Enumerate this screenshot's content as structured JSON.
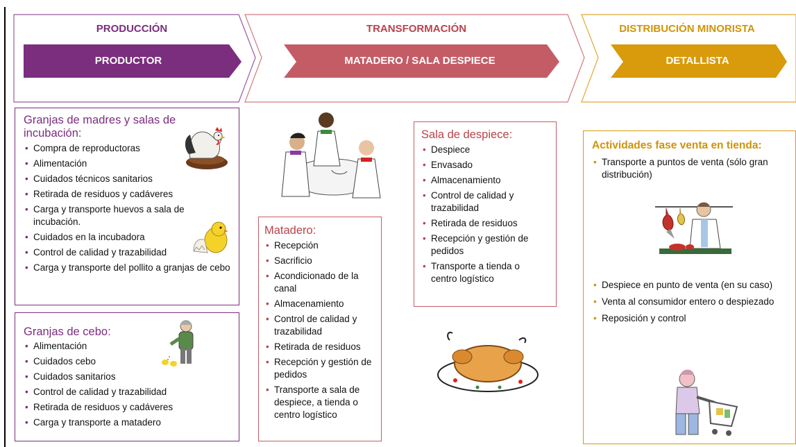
{
  "colors": {
    "production": "#7b2d7e",
    "transformation": "#c45c66",
    "retail": "#d99a0b"
  },
  "stages": [
    {
      "title": "PRODUCCIÓN",
      "role": "PRODUCTOR"
    },
    {
      "title": "TRANSFORMACIÓN",
      "role": "MATADERO / SALA DESPIECE"
    },
    {
      "title": "DISTRIBUCIÓN MINORISTA",
      "role": "DETALLISTA"
    }
  ],
  "boxes": {
    "granjas_madres": {
      "title_line1": "Granjas de madres y salas de",
      "title_line2": "incubación:",
      "items": [
        "Compra de reproductoras",
        "Alimentación",
        "Cuidados técnicos sanitarios",
        "Retirada de residuos y cadáveres",
        "Carga y transporte huevos a sala de incubación.",
        "Cuidados en la incubadora",
        "Control de calidad y trazabilidad",
        "Carga y transporte del pollito a granjas de cebo"
      ]
    },
    "granjas_cebo": {
      "title": "Granjas de cebo:",
      "items": [
        "Alimentación",
        "Cuidados cebo",
        "Cuidados sanitarios",
        "Control de calidad y trazabilidad",
        "Retirada de residuos y cadáveres",
        "Carga y transporte a matadero"
      ]
    },
    "matadero": {
      "title": "Matadero:",
      "items": [
        "Recepción",
        "Sacrificio",
        "Acondicionado de la canal",
        "Almacenamiento",
        "Control de calidad y trazabilidad",
        "Retirada de residuos",
        "Recepción y gestión de pedidos",
        "Transporte a sala de despiece, a tienda o centro logístico"
      ]
    },
    "sala_despiece": {
      "title": "Sala de despiece:",
      "items": [
        "Despiece",
        "Envasado",
        "Almacenamiento",
        "Control de calidad y trazabilidad",
        "Retirada de residuos",
        "Recepción y gestión de pedidos",
        "Transporte a tienda o centro logístico"
      ]
    },
    "venta": {
      "title": "Actividades fase venta en tienda:",
      "items_top": [
        "Transporte a puntos de venta (sólo gran distribución)"
      ],
      "items_bottom": [
        "Despiece en punto de venta (en su caso)",
        "Venta al consumidor entero o despiezado",
        "Reposición y control"
      ]
    }
  }
}
